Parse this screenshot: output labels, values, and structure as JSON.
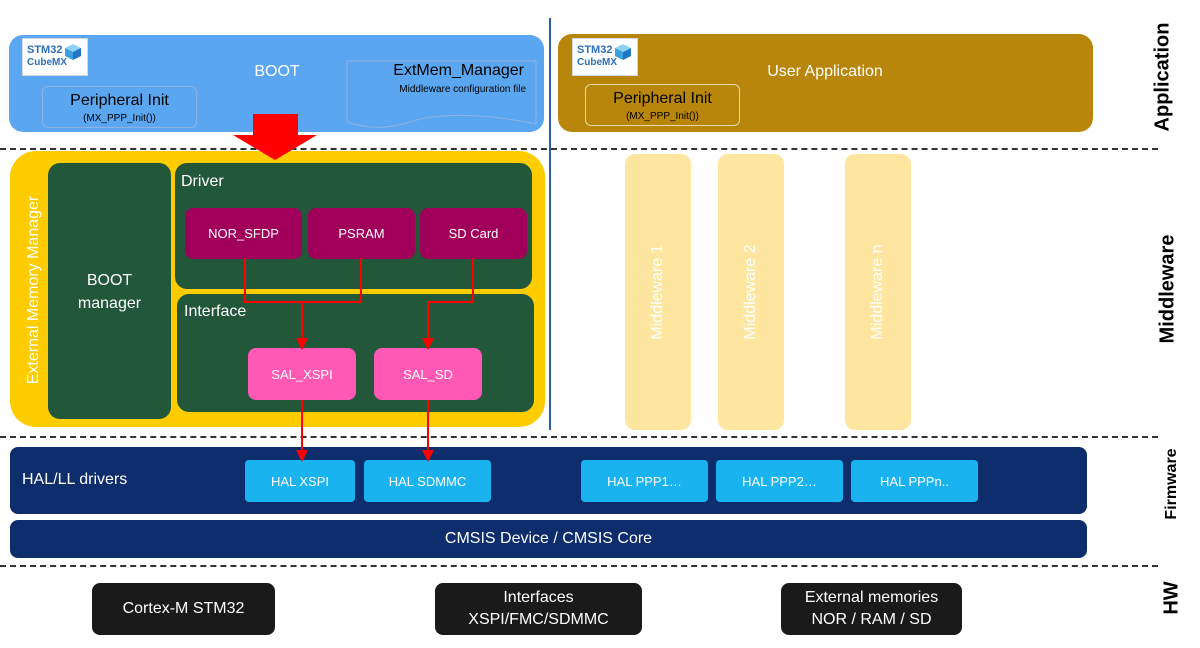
{
  "layers": {
    "application": "Application",
    "middleware": "Middleware",
    "firmware": "Firmware",
    "hw": "HW"
  },
  "boot": {
    "logo_line1": "STM32",
    "logo_line2": "CubeMX",
    "title": "BOOT",
    "peripheral_init": "Peripheral Init",
    "peripheral_fn": "(MX_PPP_Init())",
    "extmem_title": "ExtMem_Manager",
    "extmem_sub": "Middleware configuration file"
  },
  "user_app": {
    "logo_line1": "STM32",
    "logo_line2": "CubeMX",
    "title": "User Application",
    "peripheral_init": "Peripheral Init",
    "peripheral_fn": "(MX_PPP_Init())"
  },
  "emm": {
    "title": "External Memory Manager",
    "boot_manager_line1": "BOOT",
    "boot_manager_line2": "manager",
    "driver_label": "Driver",
    "drivers": [
      "NOR_SFDP",
      "PSRAM",
      "SD Card"
    ],
    "interface_label": "Interface",
    "interfaces": [
      "SAL_XSPI",
      "SAL_SD"
    ]
  },
  "middlewares": [
    "Middleware 1",
    "Middleware 2",
    "Middleware n"
  ],
  "firmware": {
    "hal_label": "HAL/LL drivers",
    "hal_items": [
      "HAL XSPI",
      "HAL SDMMC",
      "HAL PPP1…",
      "HAL PPP2…",
      "HAL PPPn.."
    ],
    "cmsis": "CMSIS Device / CMSIS Core"
  },
  "hw": {
    "cpu": "Cortex-M STM32",
    "interfaces_line1": "Interfaces",
    "interfaces_line2": "XSPI/FMC/SDMMC",
    "memories_line1": "External memories",
    "memories_line2": "NOR / RAM / SD"
  },
  "colors": {
    "boot_bg": "#5aa6f0",
    "user_bg": "#b8860b",
    "emm_bg": "#ffcc00",
    "green": "#22573a",
    "magenta": "#a0005a",
    "pink": "#ff59b5",
    "middleware": "#ffe6a0",
    "navy": "#0e2d6c",
    "cyan": "#19b3f0",
    "arrow_red": "#ff0000",
    "black": "#1a1a1a"
  },
  "icons": {
    "logo": "cube-icon",
    "big_arrow": "down-arrow-icon"
  }
}
